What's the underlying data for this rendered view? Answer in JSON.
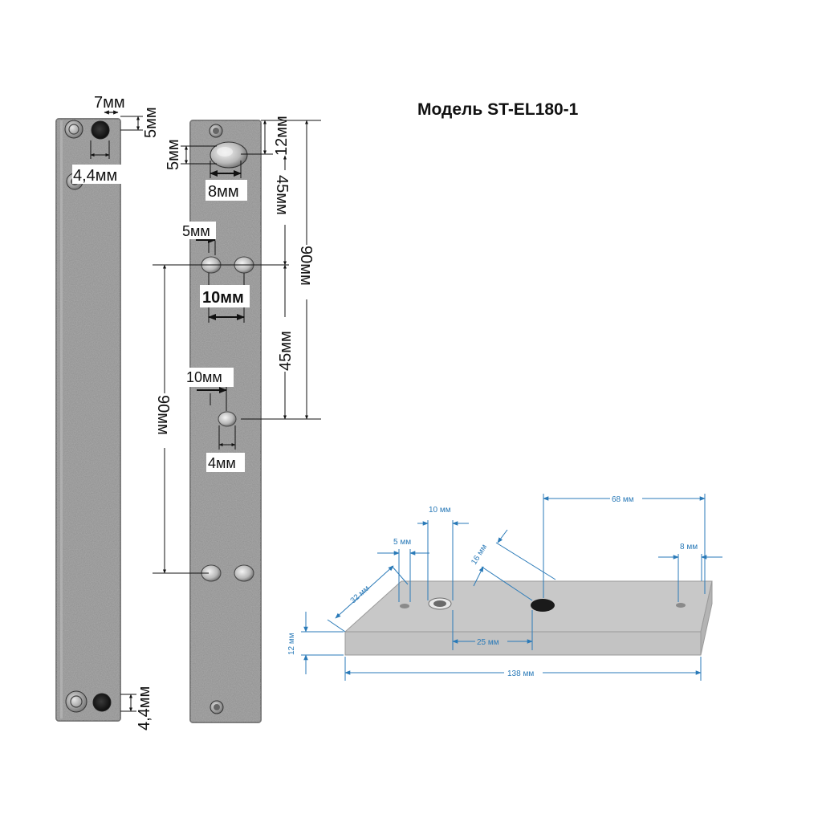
{
  "title": "Модель ST-EL180-1",
  "plate_left": {
    "dim_7": "7мм",
    "dim_5": "5мм",
    "dim_44_top": "4,4мм",
    "dim_90": "90мм",
    "dim_44_bottom": "4,4мм"
  },
  "plate_right": {
    "dim_12": "12мм",
    "dim_5_top": "5мм",
    "dim_8": "8мм",
    "dim_45_top": "45мм",
    "dim_5_side": "5мм",
    "dim_90": "90мм",
    "dim_10_bold": "10мм",
    "dim_45_bottom": "45мм",
    "dim_10": "10мм",
    "dim_4": "4мм"
  },
  "block_3d": {
    "dim_10": "10 мм",
    "dim_68": "68 мм",
    "dim_5": "5 мм",
    "dim_8": "8 мм",
    "dim_16": "16 мм",
    "dim_32": "32 мм",
    "dim_12": "12 мм",
    "dim_25": "25 мм",
    "dim_138": "138 мм"
  },
  "colors": {
    "dimension_blue": "#2a7ab8",
    "block_face": "#c8c8c8",
    "metal_plate": "#8e8e8e"
  }
}
